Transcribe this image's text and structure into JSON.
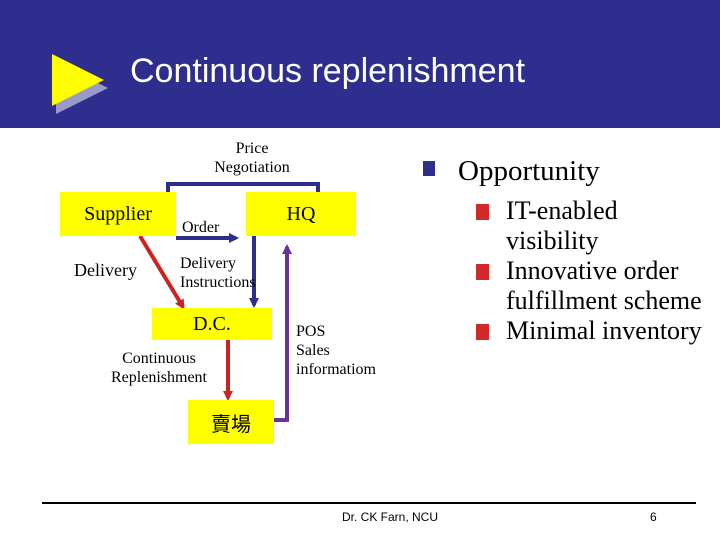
{
  "slide": {
    "title": "Continuous replenishment"
  },
  "diagram": {
    "price_negotiation_line1": "Price",
    "price_negotiation_line2": "Negotiation",
    "supplier": "Supplier",
    "order": "Order",
    "hq": "HQ",
    "delivery": "Delivery",
    "delivery_instructions_line1": "Delivery",
    "delivery_instructions_line2": "Instructions",
    "dc": "D.C.",
    "pos_line1": "POS",
    "pos_line2": "Sales",
    "pos_line3": "informatiom",
    "continuous_line1": "Continuous",
    "continuous_line2": "Replenishment",
    "store": "賣場"
  },
  "opportunity": {
    "title": "Opportunity",
    "items": [
      "IT-enabled visibility",
      "Innovative order fulfillment scheme",
      "Minimal inventory"
    ]
  },
  "footer": {
    "author": "Dr. CK Farn, NCU",
    "page": "6"
  },
  "colors": {
    "header": "#2e2e8f",
    "box_fill": "#ffff00",
    "logo_arrow": "#ffff00",
    "red_arrows": "#cc2222",
    "purple_arrow": "#663399",
    "blue_arrow": "#2e2e8f"
  }
}
